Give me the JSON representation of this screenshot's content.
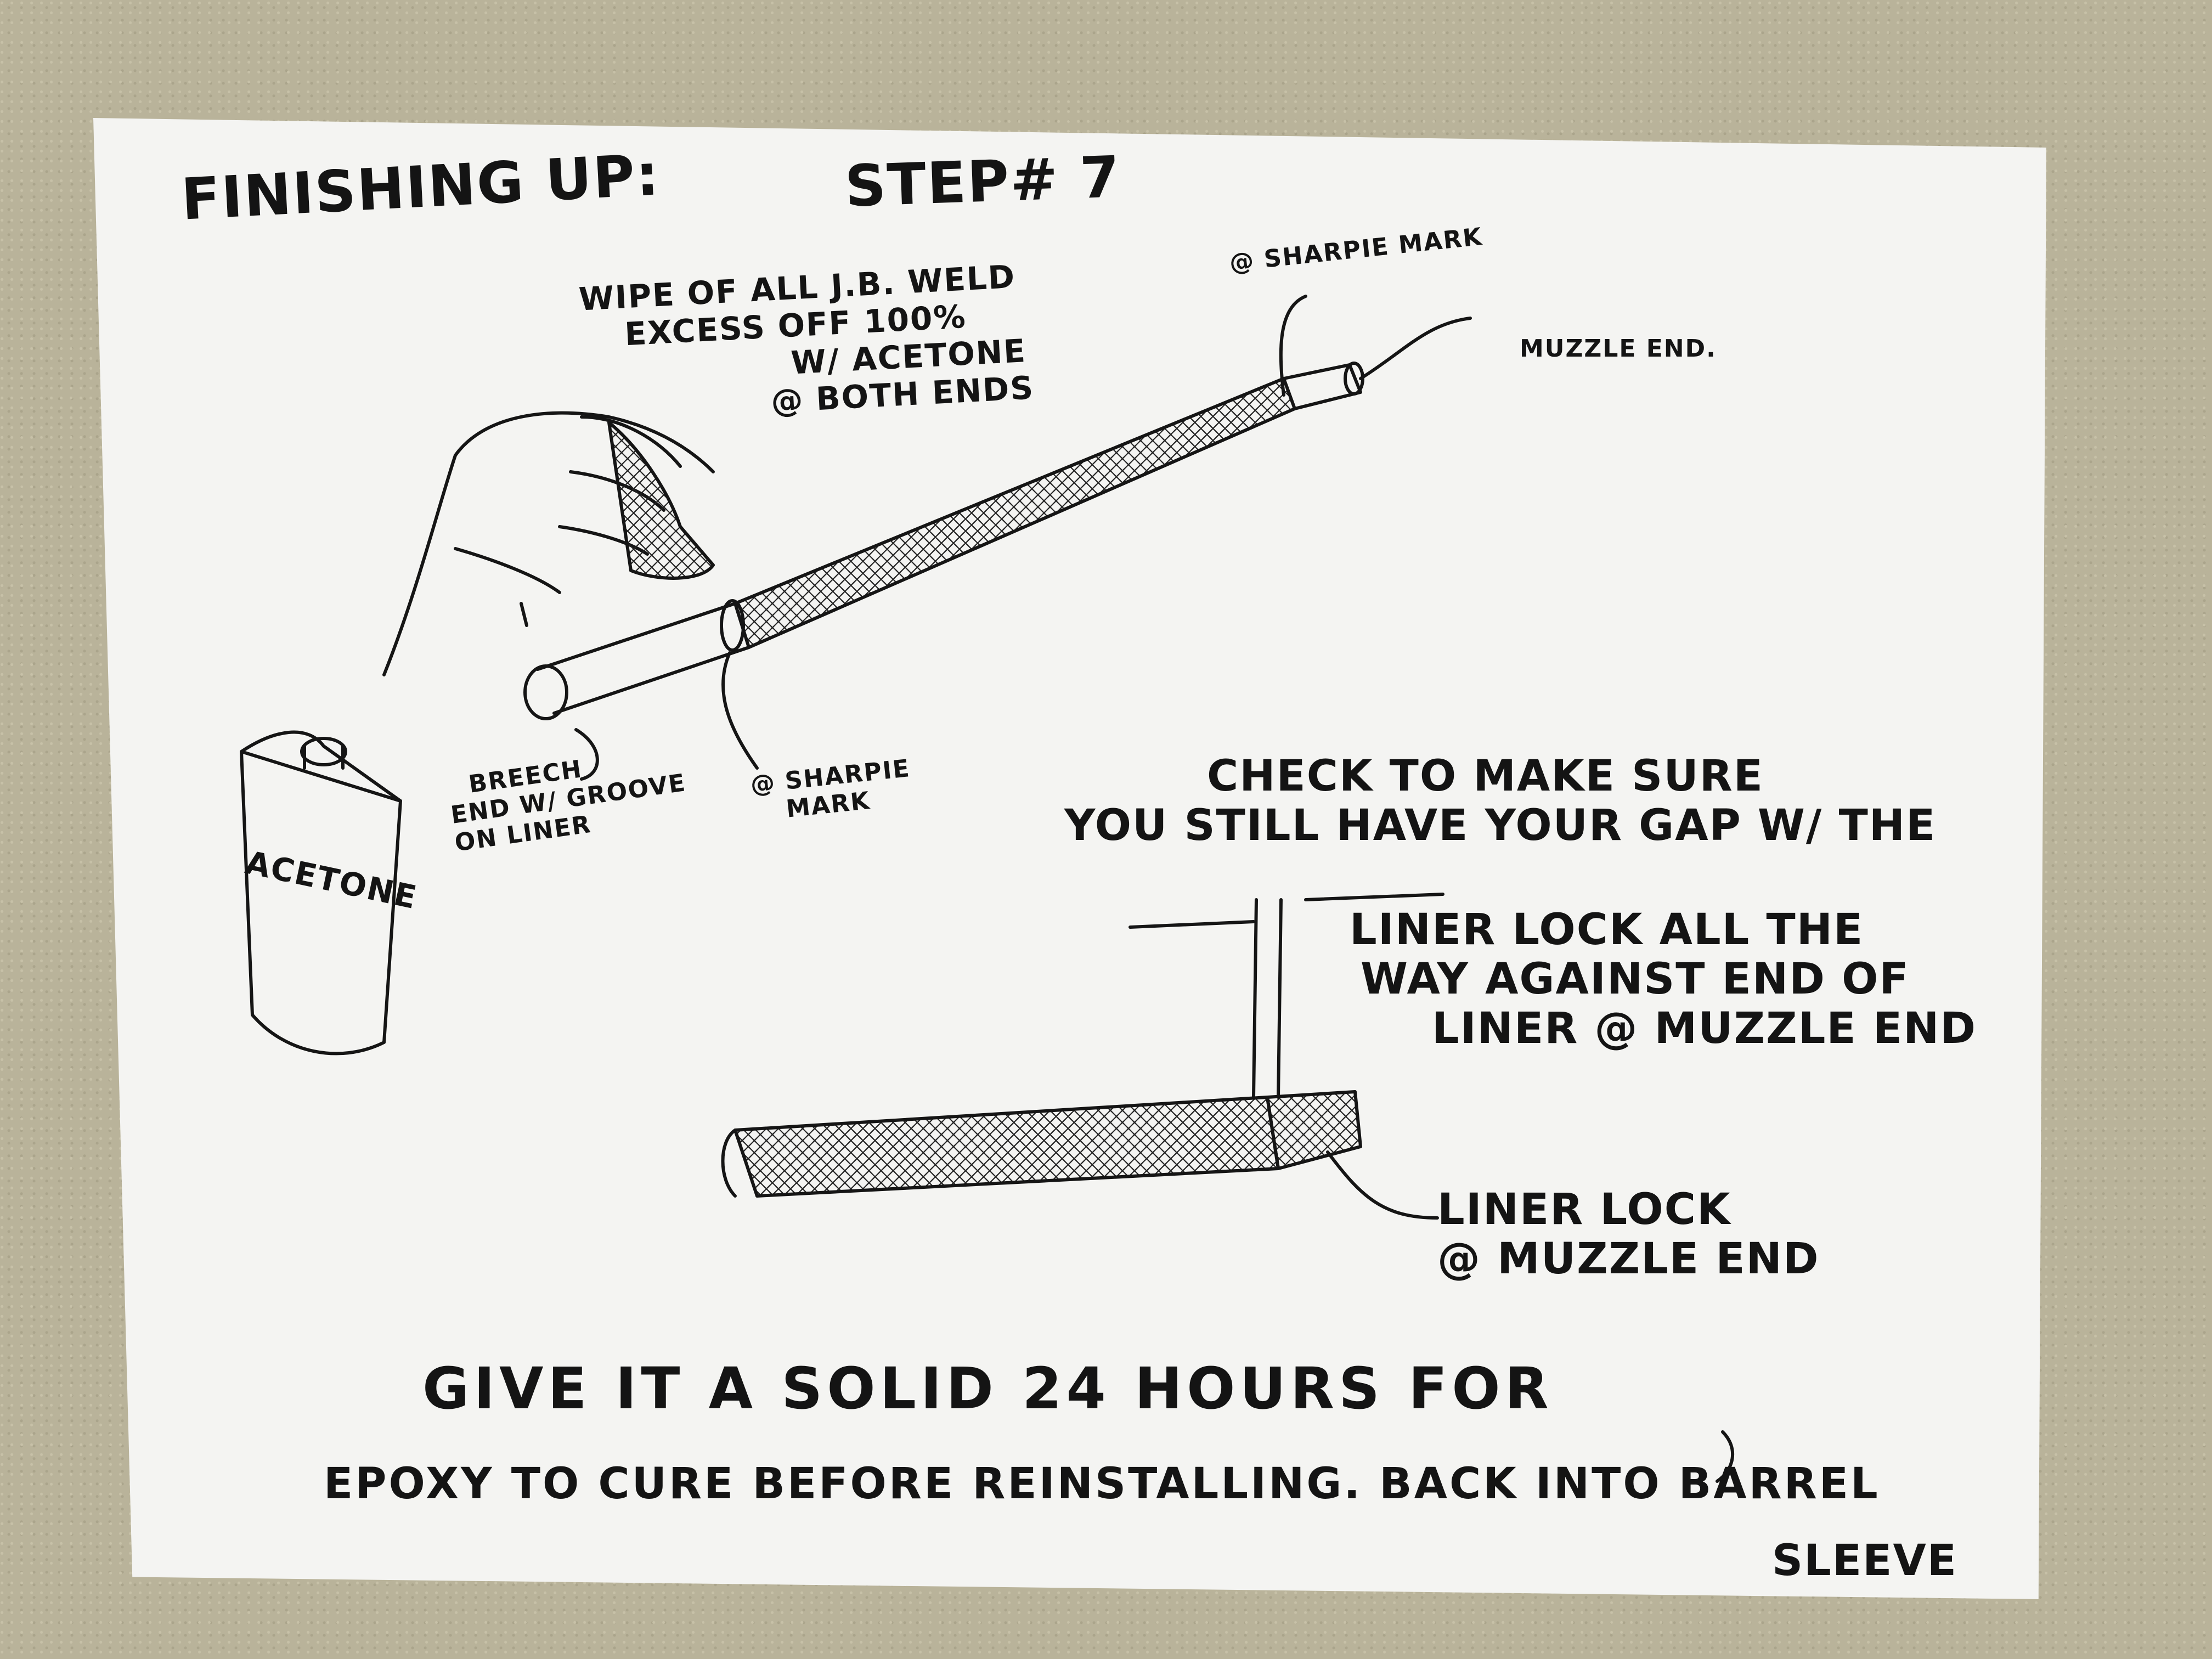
{
  "header": {
    "title": "FINISHING UP:",
    "step": "STEP# 7"
  },
  "wipe_note": [
    "WIPE OF ALL J.B. WELD",
    "EXCESS OFF 100%",
    "w/ ACETONE",
    "@ BOTH ENDS"
  ],
  "sharpie_top": "@ SHARPIE MARK",
  "muzzle_end": "MUZZLE END.",
  "breech_note": [
    "BREECH",
    "END w/ GROOVE",
    "ON LINER"
  ],
  "sharpie_bottom": [
    "@ SHARPIE",
    "MARK"
  ],
  "can_label": "ACETONE",
  "check_note": [
    "CHECK TO MAKE SURE",
    "YOU STILL HAVE YOUR GAP w/ THE"
  ],
  "liner_note": [
    "LINER LOCK ALL THE",
    "WAY AGAINST END OF",
    "LINER @ MUZZLE END"
  ],
  "liner_lock": [
    "LINER LOCK",
    "@ MUZZLE END"
  ],
  "cure_note": [
    "GIVE IT A SOLID 24 HOURS FOR",
    "EPOXY TO CURE BEFORE REINSTALLING. BACK INTO BARREL",
    "SLEEVE"
  ]
}
